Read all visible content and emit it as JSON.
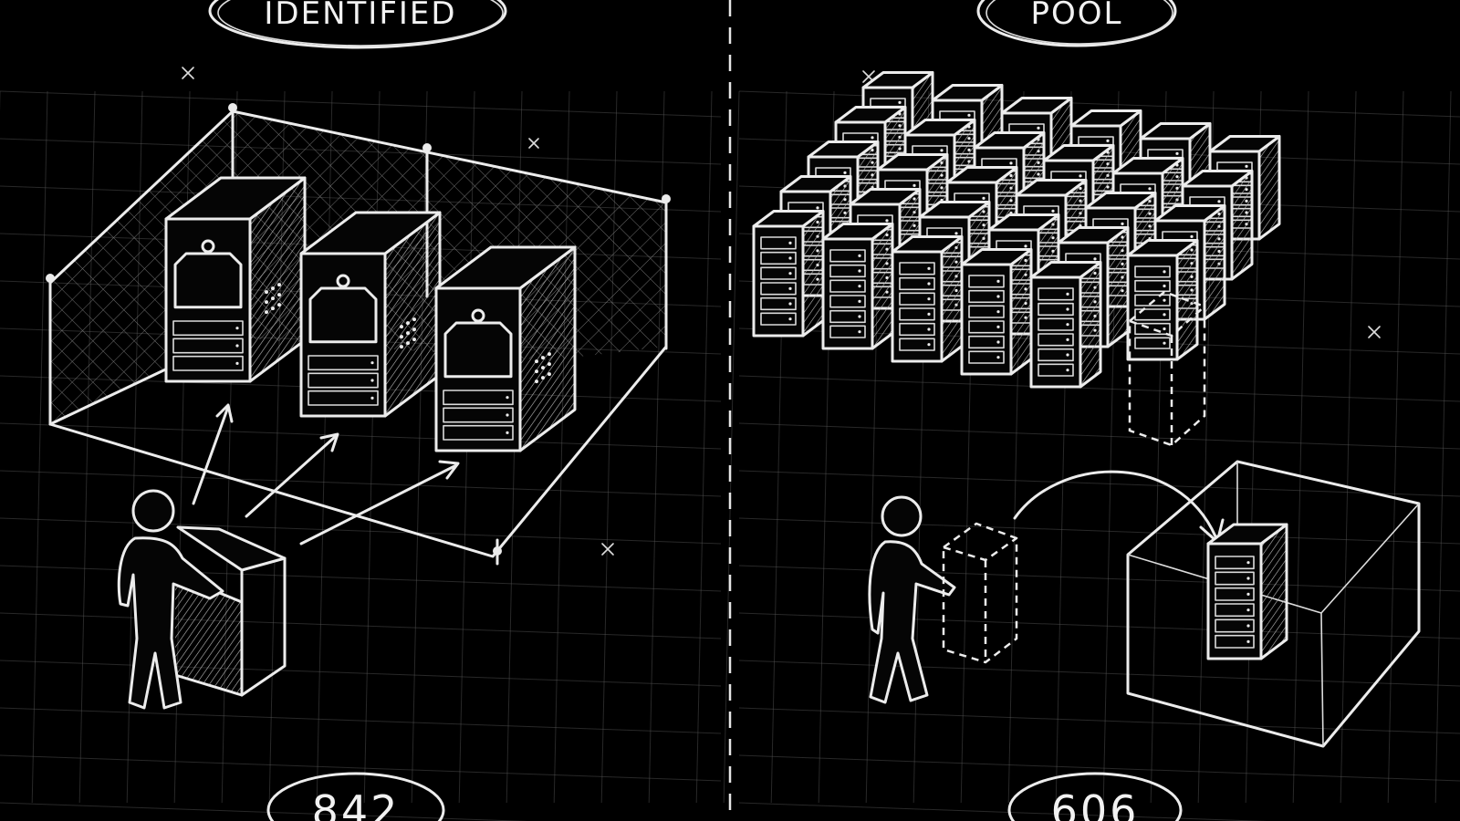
{
  "left_panel": {
    "label": "IDENTIFIED",
    "count": "842"
  },
  "right_panel": {
    "label": "POOL",
    "count": "606"
  },
  "icons": {
    "server": "server-rack-icon",
    "person": "person-icon",
    "tag": "tag-icon",
    "fence": "fence-icon",
    "arrow": "arrow-icon"
  },
  "colors": {
    "background": "#000000",
    "chalk": "#ececec"
  }
}
